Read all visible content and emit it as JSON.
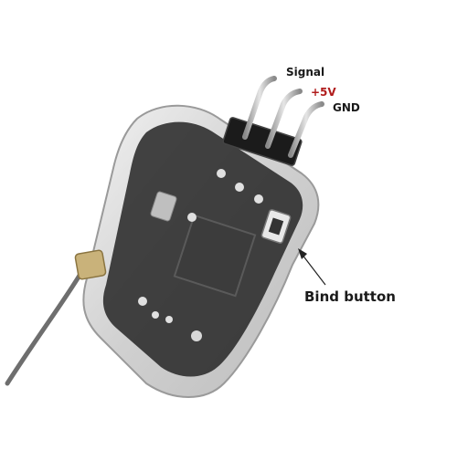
{
  "labels": {
    "signal": "Signal",
    "plus5v": "+5V",
    "gnd": "GND",
    "bind_button": "Bind button"
  },
  "colors": {
    "background": "#ffffff",
    "label_text": "#1a1a1a",
    "plus5v_text": "#b01c1c",
    "pcb": "#222222",
    "shrink_wrap": "#d9d9d9",
    "pins": "#bdbdbd",
    "antenna": "#7a7a7a"
  }
}
